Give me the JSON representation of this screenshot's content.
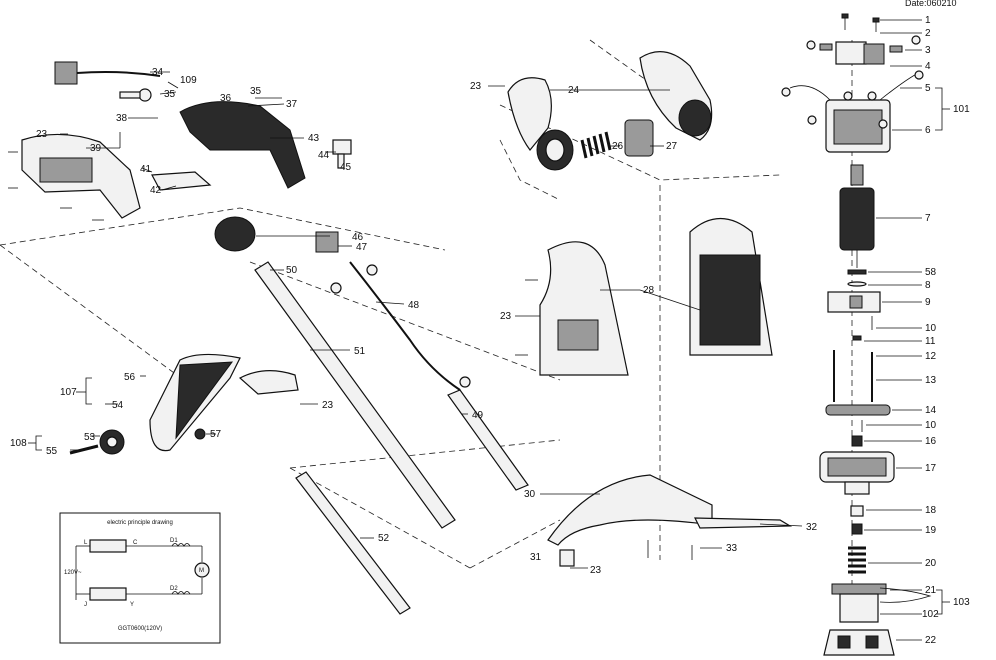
{
  "header_code": "Date:060210",
  "labels": {
    "l1": "1",
    "l2": "2",
    "l3": "3",
    "l4": "4",
    "l5": "5",
    "l6": "6",
    "l7": "7",
    "l8": "8",
    "l9": "9",
    "l10a": "10",
    "l10b": "10",
    "l11": "11",
    "l12": "12",
    "l13": "13",
    "l14": "14",
    "l16": "16",
    "l17": "17",
    "l18": "18",
    "l19": "19",
    "l20": "20",
    "l21": "21",
    "l22": "22",
    "l101": "101",
    "l102": "102",
    "l103": "103",
    "l58": "58",
    "l23a": "23",
    "l23b": "23",
    "l23c": "23",
    "l23d": "23",
    "l23e": "23",
    "l24": "24",
    "l26": "26",
    "l27": "27",
    "l28": "28",
    "l30": "30",
    "l31": "31",
    "l32": "32",
    "l33": "33",
    "l34": "34",
    "l35a": "35",
    "l35b": "35",
    "l36": "36",
    "l37": "37",
    "l38": "38",
    "l39": "39",
    "l41": "41",
    "l42": "42",
    "l43": "43",
    "l44": "44",
    "l45": "45",
    "l46": "46",
    "l47": "47",
    "l48": "48",
    "l49": "49",
    "l50": "50",
    "l51": "51",
    "l52": "52",
    "l53": "53",
    "l54": "54",
    "l55": "55",
    "l56": "56",
    "l57": "57",
    "l107": "107",
    "l108": "108",
    "l109": "109"
  },
  "schematic": {
    "title": "electric principle drawing",
    "voltage": "120V~",
    "label_l": "L",
    "label_c": "C",
    "label_d1": "D1",
    "label_m": "M",
    "label_j": "J",
    "label_y": "Y",
    "label_d2": "D2",
    "model": "GGT0600(120V)"
  }
}
